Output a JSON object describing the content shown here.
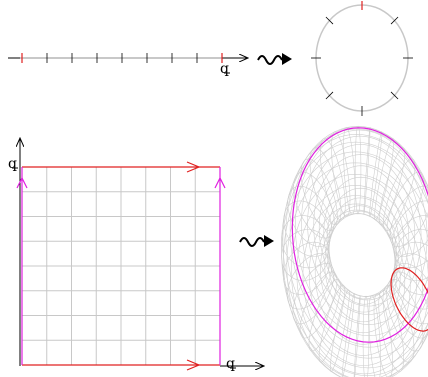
{
  "labels": {
    "top_line_end": "q",
    "square_top_left": "q",
    "square_bottom_right": "q"
  },
  "colors": {
    "edge_horizontal": "#e02020",
    "edge_vertical": "#e020e0",
    "grid": "#c8c8c8",
    "ink": "#000000"
  },
  "icons": [
    "squiggle-arrow-icon",
    "squiggle-arrow-icon"
  ]
}
